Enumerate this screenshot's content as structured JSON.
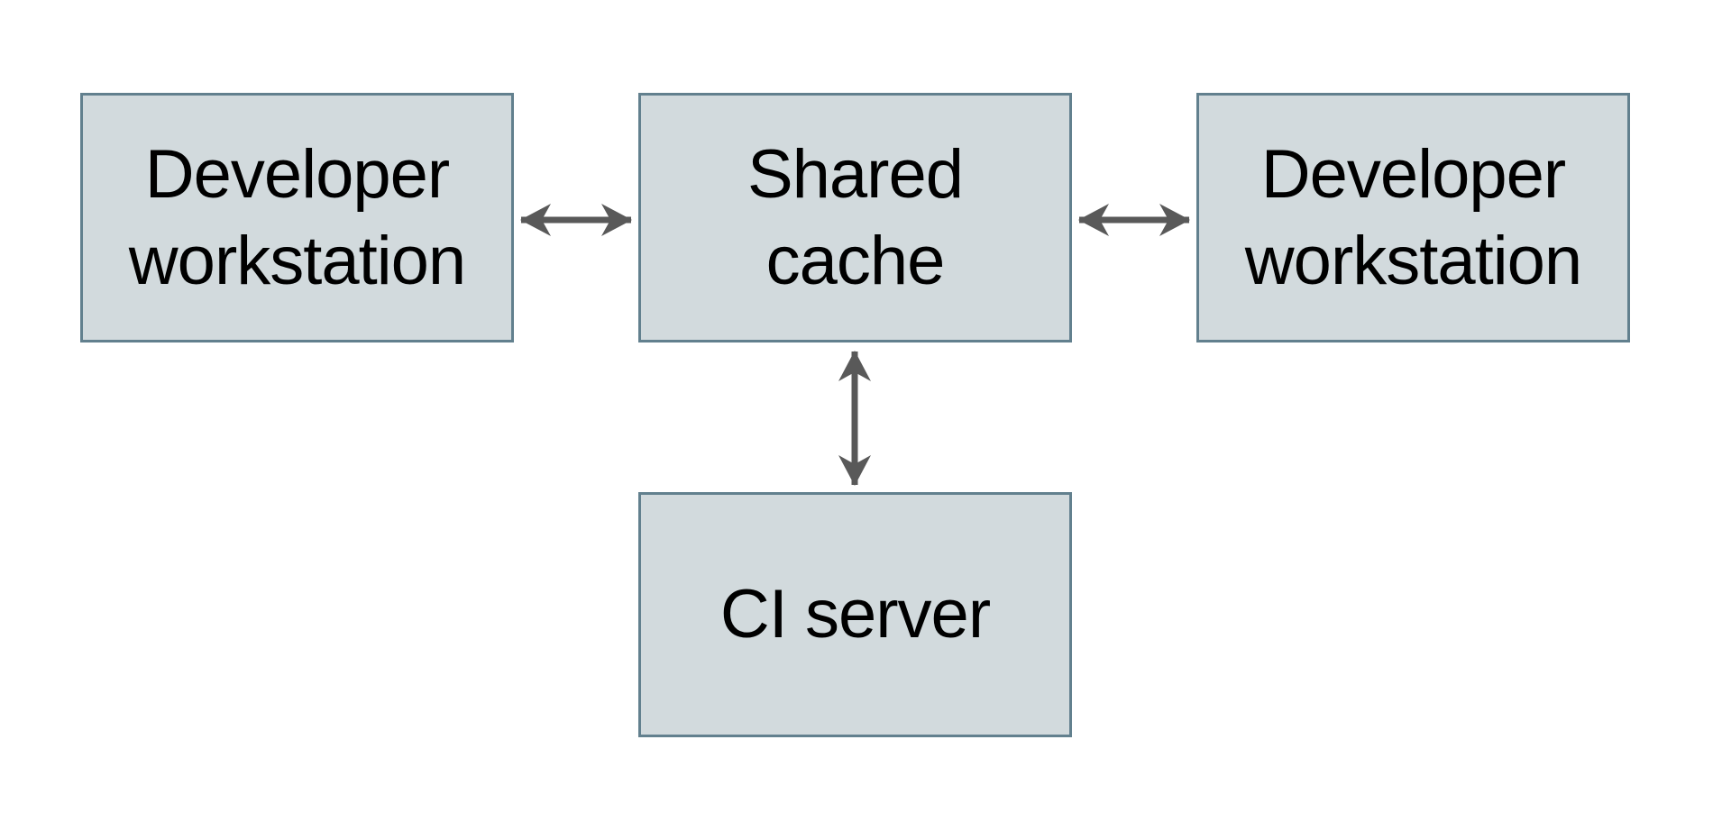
{
  "colors": {
    "canvas-bg": "#ffffff",
    "box-fill": "#d2dadd",
    "box-border": "#62808e",
    "arrow": "#595959",
    "text": "#000000"
  },
  "nodes": [
    {
      "id": "developer-workstation-left",
      "label": "Developer\nworkstation"
    },
    {
      "id": "shared-cache",
      "label": "Shared\ncache"
    },
    {
      "id": "developer-workstation-right",
      "label": "Developer\nworkstation"
    },
    {
      "id": "ci-server",
      "label": "CI server"
    }
  ],
  "edges": [
    {
      "from": "developer-workstation-left",
      "to": "shared-cache",
      "direction": "bidirectional"
    },
    {
      "from": "developer-workstation-right",
      "to": "shared-cache",
      "direction": "bidirectional"
    },
    {
      "from": "ci-server",
      "to": "shared-cache",
      "direction": "bidirectional"
    }
  ]
}
